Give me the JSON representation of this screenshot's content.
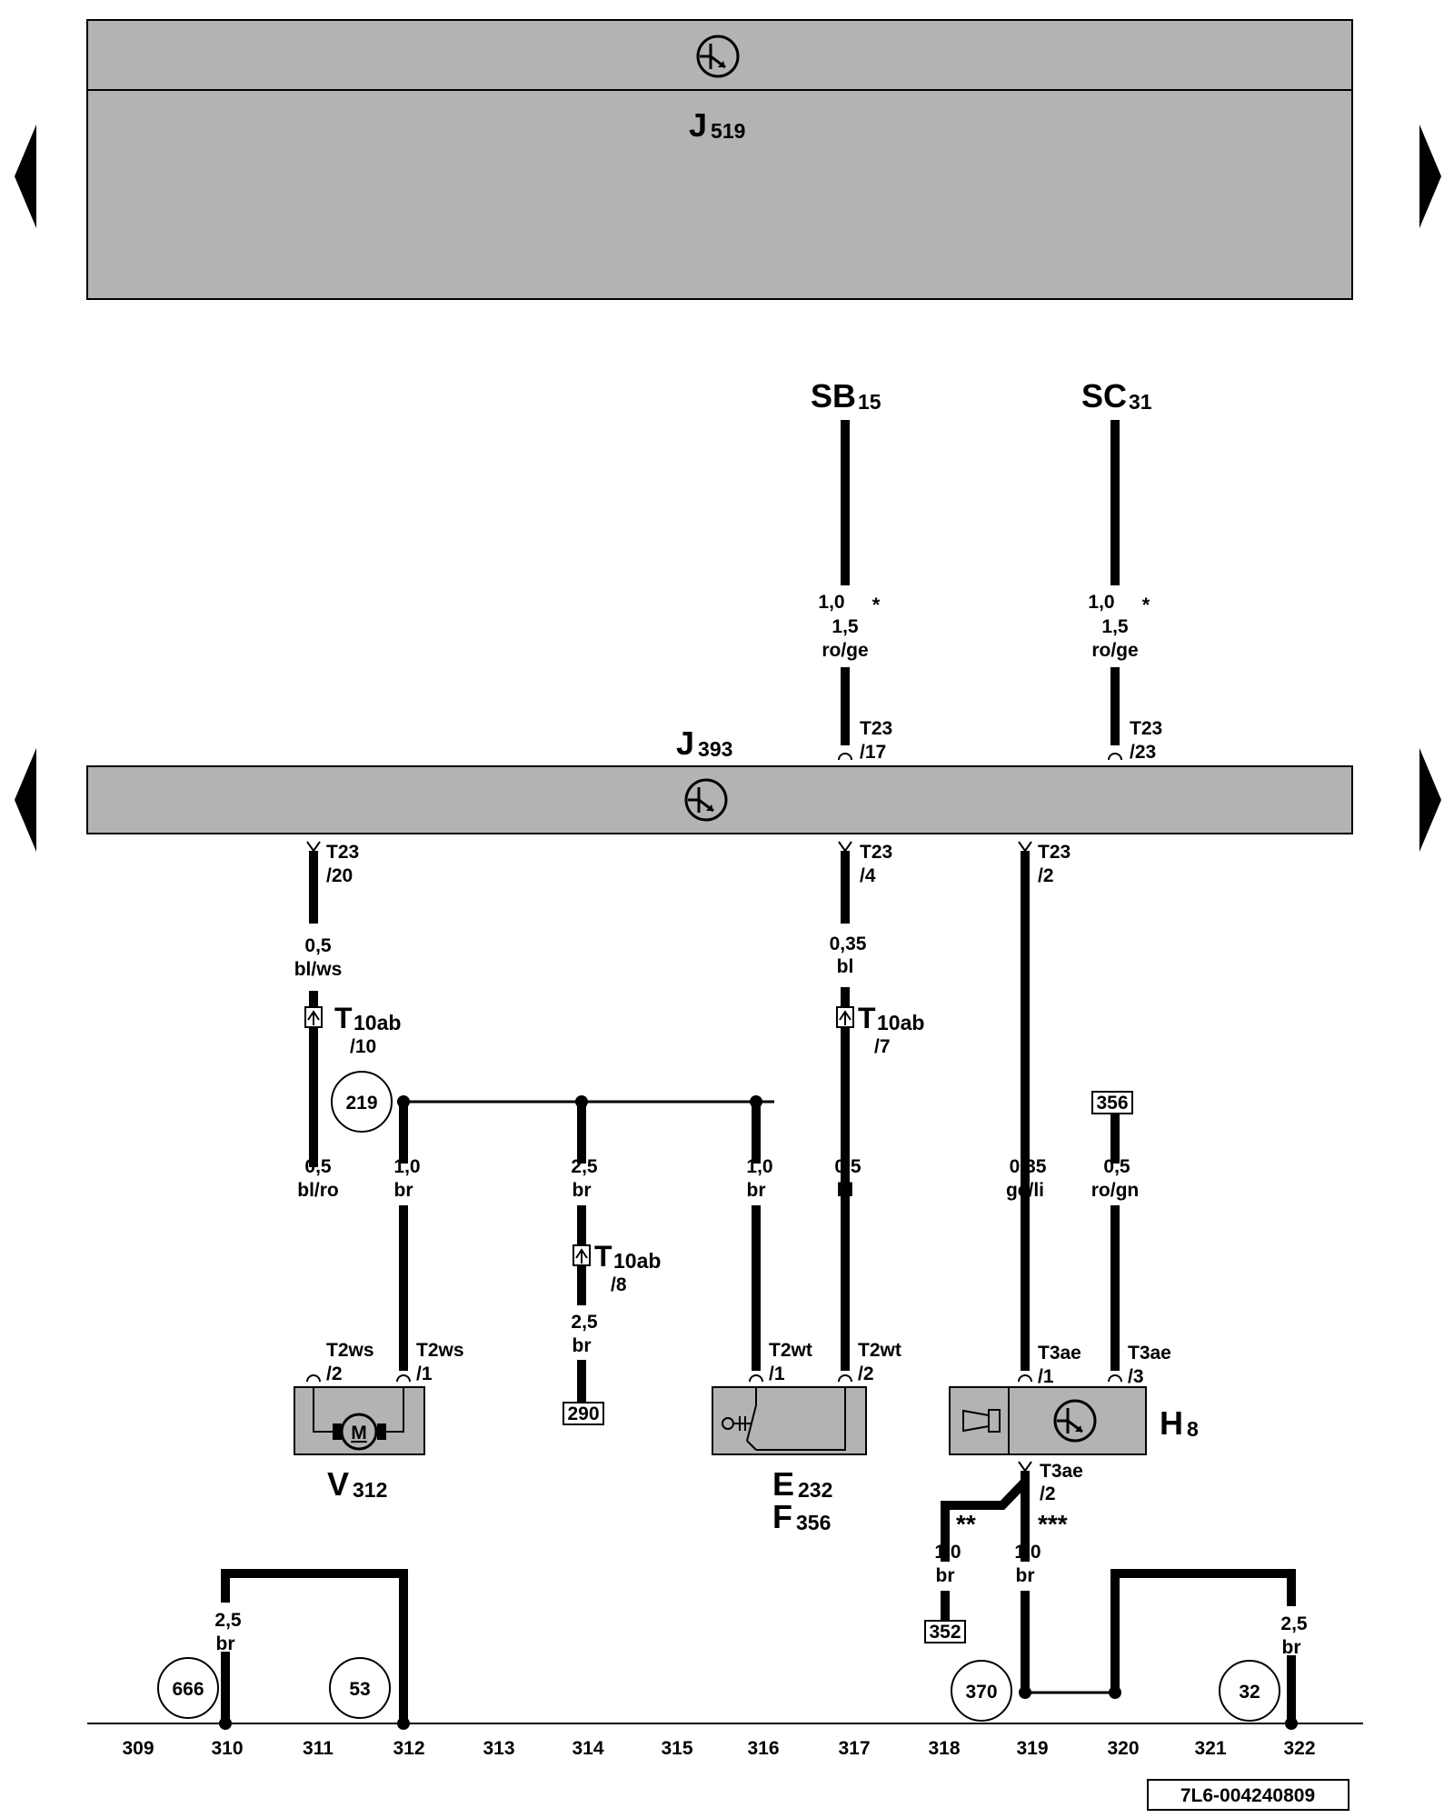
{
  "controllers": {
    "top": {
      "letter": "J",
      "num": "519"
    },
    "main": {
      "letter": "J",
      "num": "393"
    }
  },
  "sources": {
    "sb": {
      "letter": "SB",
      "num": "15"
    },
    "sc": {
      "letter": "SC",
      "num": "31"
    }
  },
  "wires": {
    "sb": {
      "size1": "1,0",
      "mark": "*",
      "size2": "1,5",
      "color": "ro/ge",
      "conn": "T23",
      "pin": "/17"
    },
    "sc": {
      "size1": "1,0",
      "mark": "*",
      "size2": "1,5",
      "color": "ro/ge",
      "conn": "T23",
      "pin": "/23"
    },
    "w20": {
      "conn": "T23",
      "pin": "/20",
      "size": "0,5",
      "color": "bl/ws"
    },
    "w4": {
      "conn": "T23",
      "pin": "/4",
      "size": "0,35",
      "color": "bl"
    },
    "w2": {
      "conn": "T23",
      "pin": "/2"
    },
    "v_left_lower": {
      "size": "0,5",
      "color": "bl/ro"
    },
    "v_right": {
      "size": "1,0",
      "color": "br"
    },
    "mid_upper": {
      "size": "2,5",
      "color": "br"
    },
    "mid_lower": {
      "size": "2,5",
      "color": "br"
    },
    "e_left": {
      "size": "1,0",
      "color": "br"
    },
    "e_right": {
      "size": "0,5",
      "color": "bl"
    },
    "h_left": {
      "size": "0,35",
      "color": "ge/li"
    },
    "h_right": {
      "size": "0,5",
      "color": "ro/gn"
    },
    "h_out_a": {
      "size": "1,0",
      "color": "br",
      "mark": "**"
    },
    "h_out_b": {
      "size": "1,0",
      "color": "br",
      "mark": "***"
    },
    "ground_left": {
      "size": "2,5",
      "color": "br"
    },
    "ground_right": {
      "size": "2,5",
      "color": "br"
    }
  },
  "inline_connectors": {
    "c10": {
      "letter": "T",
      "num": "10ab",
      "pin": "/10"
    },
    "c7": {
      "letter": "T",
      "num": "10ab",
      "pin": "/7"
    },
    "c8": {
      "letter": "T",
      "num": "10ab",
      "pin": "/8"
    }
  },
  "component_pins": {
    "v312_a": {
      "conn": "T2ws",
      "pin": "/2"
    },
    "v312_b": {
      "conn": "T2ws",
      "pin": "/1"
    },
    "e232_a": {
      "conn": "T2wt",
      "pin": "/1"
    },
    "e232_b": {
      "conn": "T2wt",
      "pin": "/2"
    },
    "h8_a": {
      "conn": "T3ae",
      "pin": "/1"
    },
    "h8_b": {
      "conn": "T3ae",
      "pin": "/3"
    },
    "h8_c": {
      "conn": "T3ae",
      "pin": "/2"
    }
  },
  "components": {
    "v312": {
      "letter": "V",
      "num": "312",
      "symbol": "M"
    },
    "e232": {
      "letter": "E",
      "num": "232"
    },
    "f356": {
      "letter": "F",
      "num": "356"
    },
    "h8": {
      "letter": "H",
      "num": "8"
    }
  },
  "refs": {
    "r219": "219",
    "r666": "666",
    "r53": "53",
    "r370": "370",
    "r32": "32",
    "b356": "356",
    "b290": "290",
    "b352": "352"
  },
  "scale": [
    "309",
    "310",
    "311",
    "312",
    "313",
    "314",
    "315",
    "316",
    "317",
    "318",
    "319",
    "320",
    "321",
    "322"
  ],
  "doc_id": "7L6-004240809"
}
